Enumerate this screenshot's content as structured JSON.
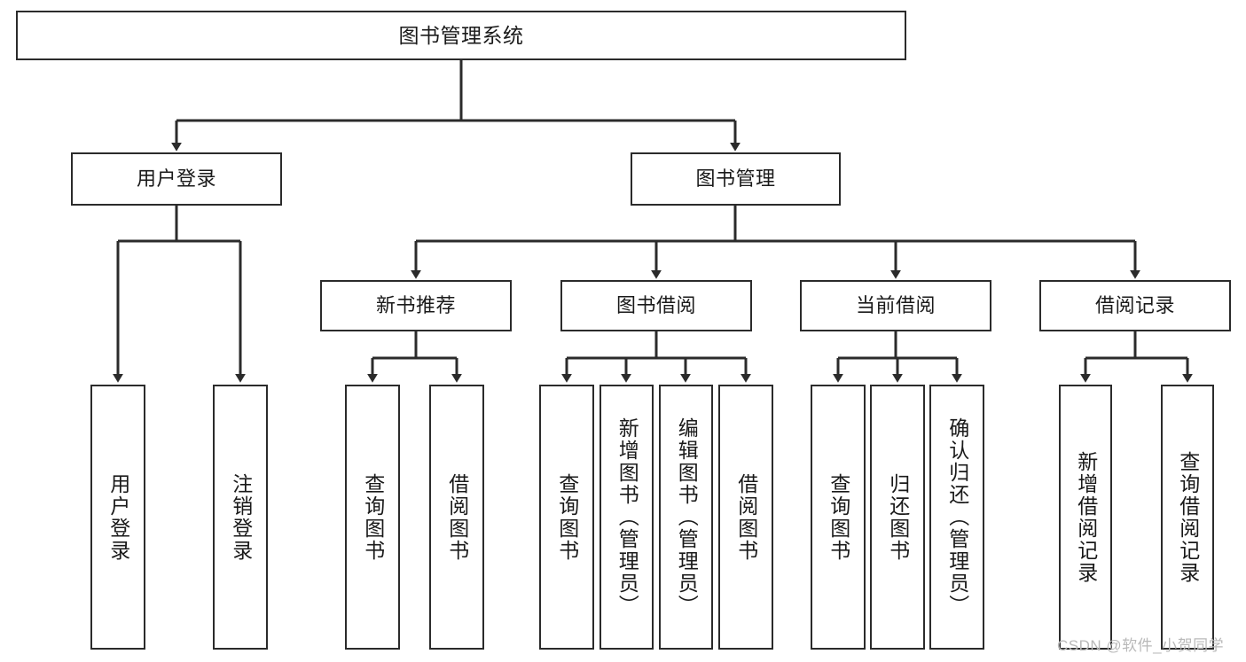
{
  "diagram": {
    "title": "图书管理系统",
    "type": "tree-hierarchy",
    "orientation": "top-down",
    "colors": {
      "box_border": "#2b2b2b",
      "box_fill": "#ffffff",
      "connector": "#2b2b2b",
      "text": "#1a1a1a",
      "watermark": "#b9b9b9",
      "background": "#ffffff"
    }
  },
  "root": {
    "label": "图书管理系统"
  },
  "tier2": [
    {
      "label": "用户登录"
    },
    {
      "label": "图书管理"
    }
  ],
  "tier3": [
    {
      "label": "新书推荐"
    },
    {
      "label": "图书借阅"
    },
    {
      "label": "当前借阅"
    },
    {
      "label": "借阅记录"
    }
  ],
  "leaves": {
    "user_login": [
      {
        "label": "用户登录"
      },
      {
        "label": "注销登录"
      }
    ],
    "new_book_recommend": [
      {
        "label": "查询图书"
      },
      {
        "label": "借阅图书"
      }
    ],
    "book_borrow": [
      {
        "label": "查询图书"
      },
      {
        "label": "新增图书（管理员）"
      },
      {
        "label": "编辑图书（管理员）"
      },
      {
        "label": "借阅图书"
      }
    ],
    "current_borrow": [
      {
        "label": "查询图书"
      },
      {
        "label": "归还图书"
      },
      {
        "label": "确认归还（管理员）"
      }
    ],
    "borrow_record": [
      {
        "label": "新增借阅记录"
      },
      {
        "label": "查询借阅记录"
      }
    ]
  },
  "watermark": {
    "text": "CSDN @软件_小贺同学"
  }
}
